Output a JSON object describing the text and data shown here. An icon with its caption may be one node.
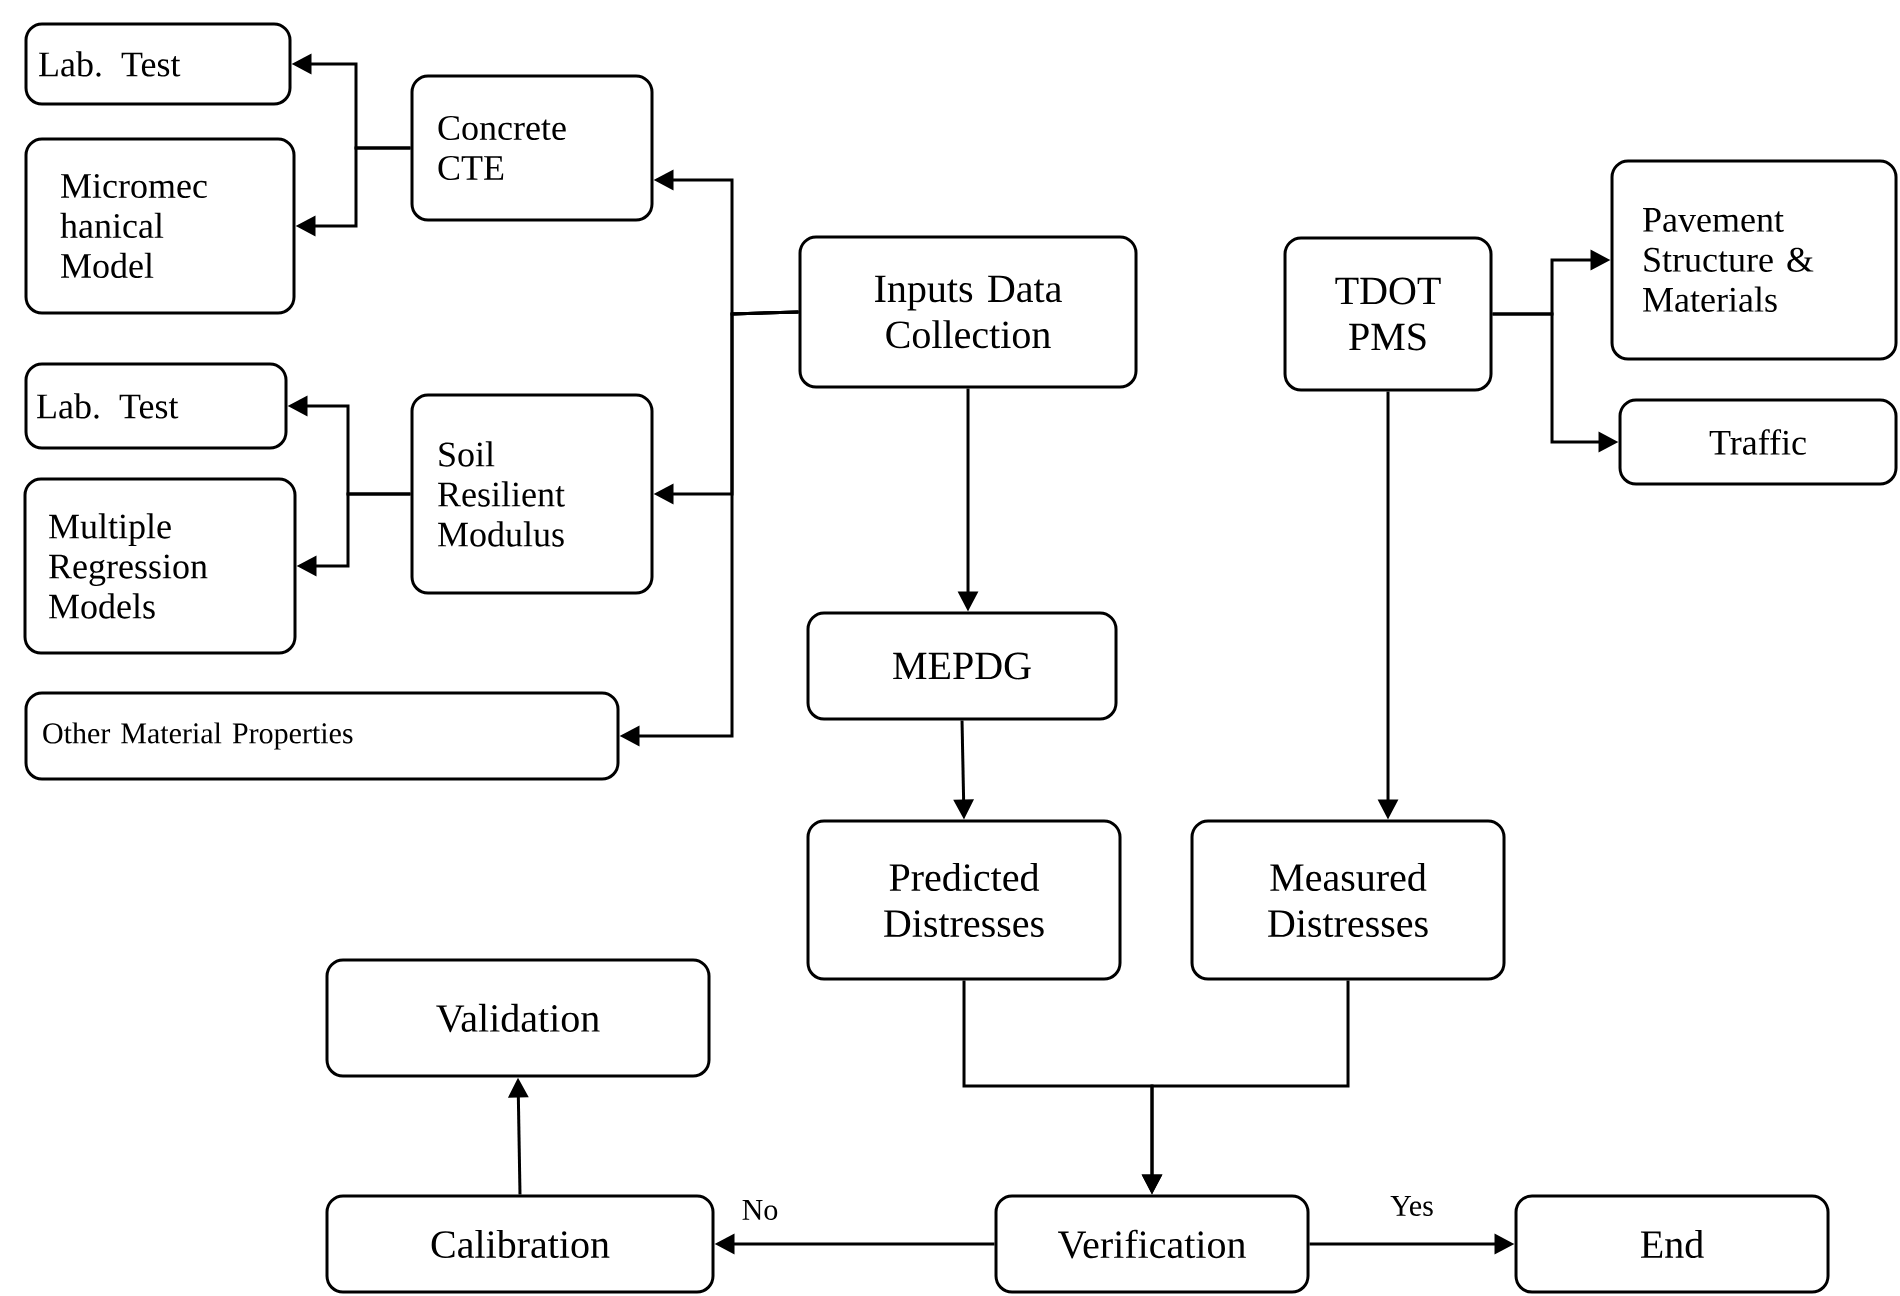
{
  "diagram": {
    "nodes": [
      {
        "text": [
          "Lab. Test"
        ]
      },
      {
        "text": [
          "Micromec hanical Model"
        ]
      },
      {
        "text": [
          "Concrete CTE"
        ]
      },
      {
        "text": [
          "Inputs Data Collection"
        ]
      },
      {
        "text": [
          "Lab. Test"
        ]
      },
      {
        "text": [
          "Multiple Regression Models"
        ]
      },
      {
        "text": [
          "Soil Resilient Modulus"
        ]
      },
      {
        "text": [
          "Other Material Properties"
        ]
      },
      {
        "text": [
          "MEPDG"
        ]
      },
      {
        "text": [
          "TDOT PMS"
        ]
      },
      {
        "text": [
          "Pavement Structure & Materials"
        ]
      },
      {
        "text": [
          "Traffic"
        ]
      },
      {
        "text": [
          "Predicted Distresses"
        ]
      },
      {
        "text": [
          "Measured Distresses"
        ]
      },
      {
        "text": [
          "Validation"
        ]
      },
      {
        "text": [
          "Calibration"
        ]
      },
      {
        "text": [
          "Verification"
        ]
      },
      {
        "text": [
          "End"
        ]
      }
    ],
    "edges": [
      {
        "from": 2,
        "to": 0,
        "arrow": "to"
      },
      {
        "from": 2,
        "to": 1,
        "arrow": "to"
      },
      {
        "from": 3,
        "to": 2,
        "arrow": "to"
      },
      {
        "from": 3,
        "to": 6,
        "arrow": "to"
      },
      {
        "from": 3,
        "to": 7,
        "arrow": "to"
      },
      {
        "from": 6,
        "to": 4,
        "arrow": "to"
      },
      {
        "from": 6,
        "to": 5,
        "arrow": "to"
      },
      {
        "from": 3,
        "to": 8,
        "arrow": "to"
      },
      {
        "from": 9,
        "to": 10,
        "arrow": "to"
      },
      {
        "from": 9,
        "to": 11,
        "arrow": "to"
      },
      {
        "from": 9,
        "to": 13,
        "arrow": "to"
      },
      {
        "from": 8,
        "to": 12,
        "arrow": "to"
      },
      {
        "from": 12,
        "to": 16,
        "arrow": "to"
      },
      {
        "from": 13,
        "to": 16,
        "arrow": "to"
      },
      {
        "from": 16,
        "to": 15,
        "arrow": "to",
        "label": "No"
      },
      {
        "from": 16,
        "to": 17,
        "arrow": "to",
        "label": "Yes"
      },
      {
        "from": 15,
        "to": 14,
        "arrow": "to"
      }
    ]
  }
}
